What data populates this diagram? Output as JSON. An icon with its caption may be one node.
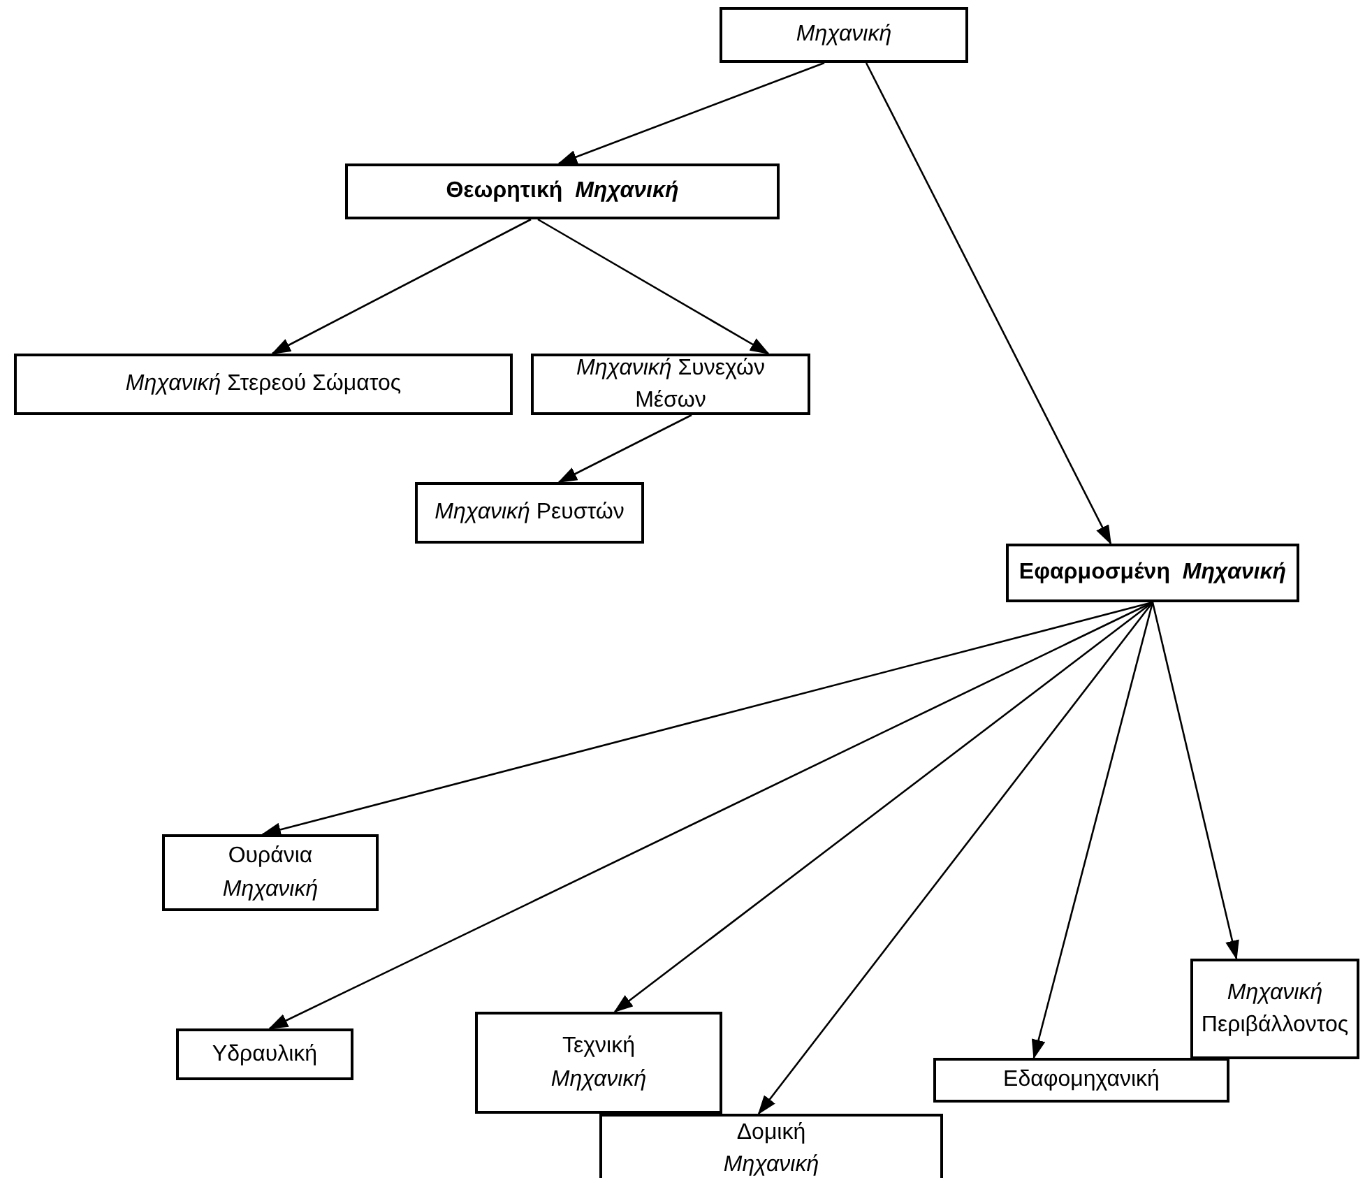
{
  "diagram": {
    "nodes": [
      {
        "text": [
          "Μηχανική"
        ]
      },
      {
        "text": [
          "Θεωρητική  *Μηχανική*"
        ]
      },
      {
        "text": [
          "*Μηχανική* Στερεού Σώματος"
        ]
      },
      {
        "text": [
          "*Μηχανική* Συνεχών Μέσων"
        ]
      },
      {
        "text": [
          "*Μηχανική* Ρευστών"
        ]
      },
      {
        "text": [
          "Εφαρμοσμένη  *Μηχανική*"
        ]
      },
      {
        "text": [
          "Ουράνια *Μηχανική*"
        ]
      },
      {
        "text": [
          "Υδραυλική"
        ]
      },
      {
        "text": [
          "Τεχνική *Μηχανική*"
        ]
      },
      {
        "text": [
          "Δομική *Μηχανική*"
        ]
      },
      {
        "text": [
          "Εδαφομηχανική"
        ]
      },
      {
        "text": [
          "*Μηχανική* Περιβάλλοντος"
        ]
      }
    ],
    "edges": [
      {
        "from": 0,
        "to": 1,
        "arrow": "to"
      },
      {
        "from": 0,
        "to": 5,
        "arrow": "to"
      },
      {
        "from": 1,
        "to": 2,
        "arrow": "to"
      },
      {
        "from": 1,
        "to": 3,
        "arrow": "to"
      },
      {
        "from": 3,
        "to": 4,
        "arrow": "to"
      },
      {
        "from": 5,
        "to": 6,
        "arrow": "to"
      },
      {
        "from": 5,
        "to": 7,
        "arrow": "to"
      },
      {
        "from": 5,
        "to": 8,
        "arrow": "to"
      },
      {
        "from": 5,
        "to": 9,
        "arrow": "to"
      },
      {
        "from": 5,
        "to": 10,
        "arrow": "to"
      },
      {
        "from": 5,
        "to": 11,
        "arrow": "to"
      }
    ]
  }
}
